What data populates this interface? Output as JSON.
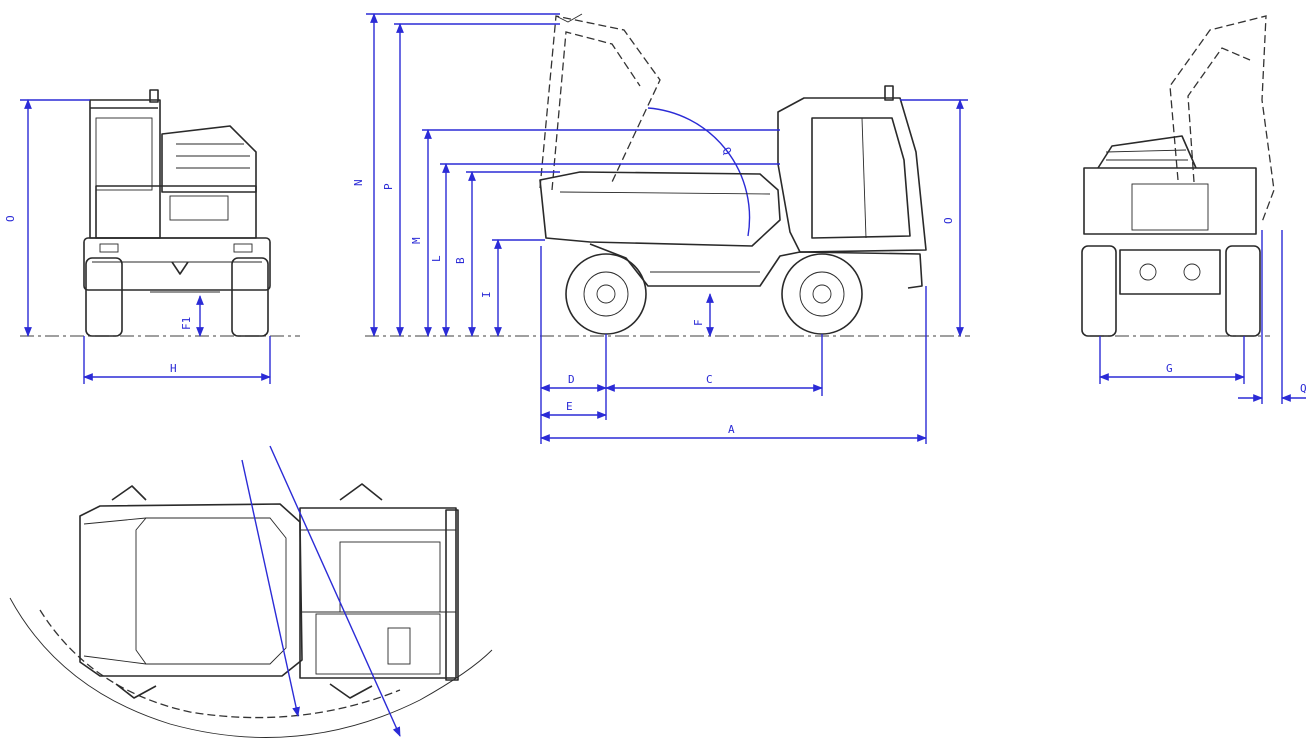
{
  "labels": {
    "front_height": "O",
    "front_clearance": "F1",
    "front_width": "H",
    "tip_height": "N",
    "tip_height_2": "P",
    "skip_top": "M",
    "skip_edge": "L",
    "load_height": "B",
    "discharge_height": "I",
    "dump_angle": "Q",
    "side_clearance": "F",
    "cab_height": "O",
    "front_overhang": "D",
    "wheelbase": "C",
    "bumper": "E",
    "overall_length": "A",
    "rear_track": "G",
    "rear_offset": "Q"
  },
  "colors": {
    "dimension": "#2b2bd6",
    "linework": "#2a2a2a"
  }
}
